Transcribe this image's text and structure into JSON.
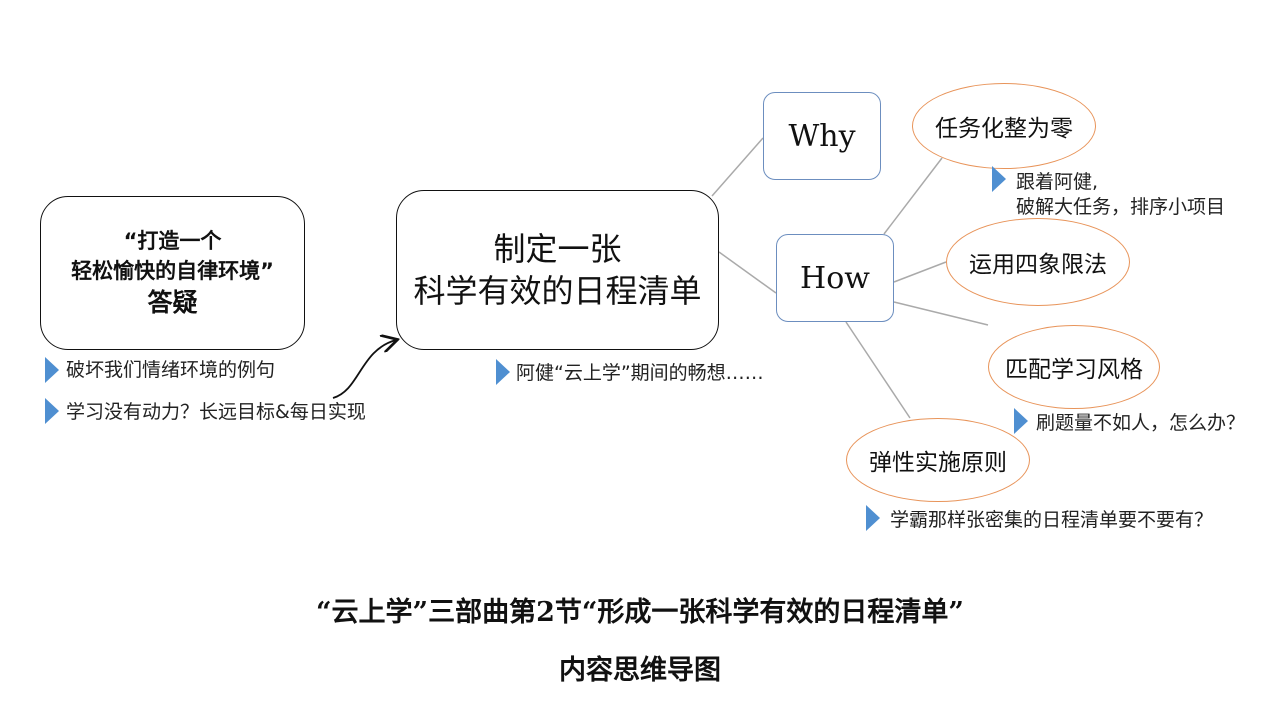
{
  "nodes": {
    "left": {
      "line1": "“打造一个",
      "line2": "轻松愉快的自律环境”",
      "line3": "答疑"
    },
    "center": {
      "line1": "制定一张",
      "line2": "科学有效的日程清单"
    },
    "why": "Why",
    "how": "How",
    "ovals": [
      "任务化整为零",
      "运用四象限法",
      "匹配学习风格",
      "弹性实施原则"
    ]
  },
  "notes": {
    "left1": "破坏我们情绪环境的例句",
    "left2": "学习没有动力？长远目标&每日实现",
    "center": "阿健“云上学”期间的畅想……",
    "oval1_line1": "跟着阿健,",
    "oval1_line2": "破解大任务，排序小项目",
    "oval3": "刷题量不如人，怎么办？",
    "oval4": "学霸那样张密集的日程清单要不要有？"
  },
  "footer": {
    "title1": "“云上学”三部曲第2节“形成一张科学有效的日程清单”",
    "title2": "内容思维导图"
  },
  "colors": {
    "bullet": "#4f8fd1",
    "oval_border": "#e8945a",
    "box_border_blue": "#6c8ebf",
    "connector": "#aaaaaa"
  }
}
